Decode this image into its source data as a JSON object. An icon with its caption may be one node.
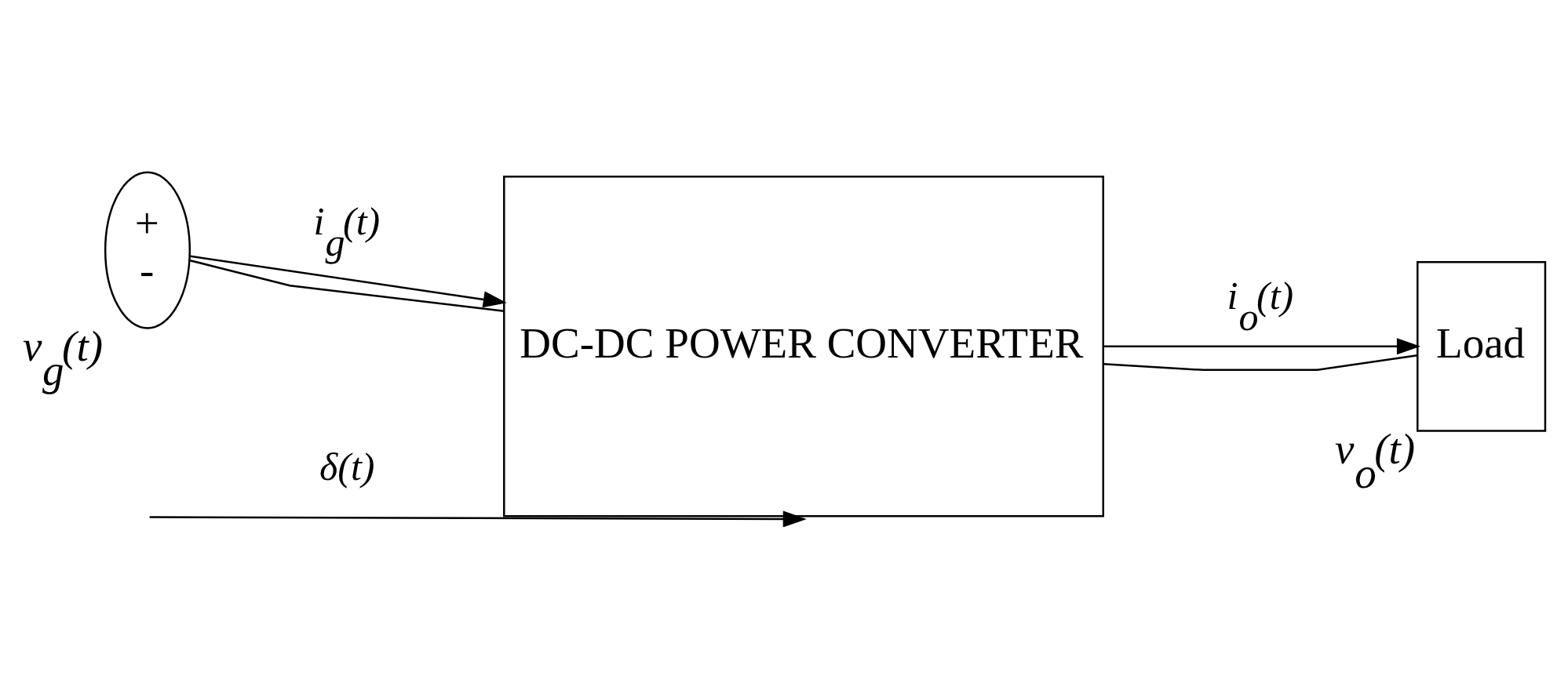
{
  "diagram": {
    "nodes": [
      {
        "text": [
          "+",
          "-"
        ],
        "beside": [
          "v$_{g}$(t)"
        ]
      },
      {
        "text": [
          "DC-DC POWER CONVERTER"
        ]
      },
      {
        "text": [
          "Load"
        ],
        "beside": [
          "v$_{o}$(t)"
        ]
      }
    ],
    "edges": [
      {
        "from": 0,
        "to": 1,
        "arrow": "to",
        "label": "i$_{g}$(t)"
      },
      {
        "from": 0,
        "to": 1,
        "arrow": "none"
      },
      {
        "from": 1,
        "to": 2,
        "arrow": "to",
        "label": "i$_{o}$(t)"
      },
      {
        "from": 1,
        "to": 2,
        "arrow": "none"
      },
      {
        "from": null,
        "to": 1,
        "arrow": "to",
        "label": "δ(t)"
      }
    ]
  }
}
